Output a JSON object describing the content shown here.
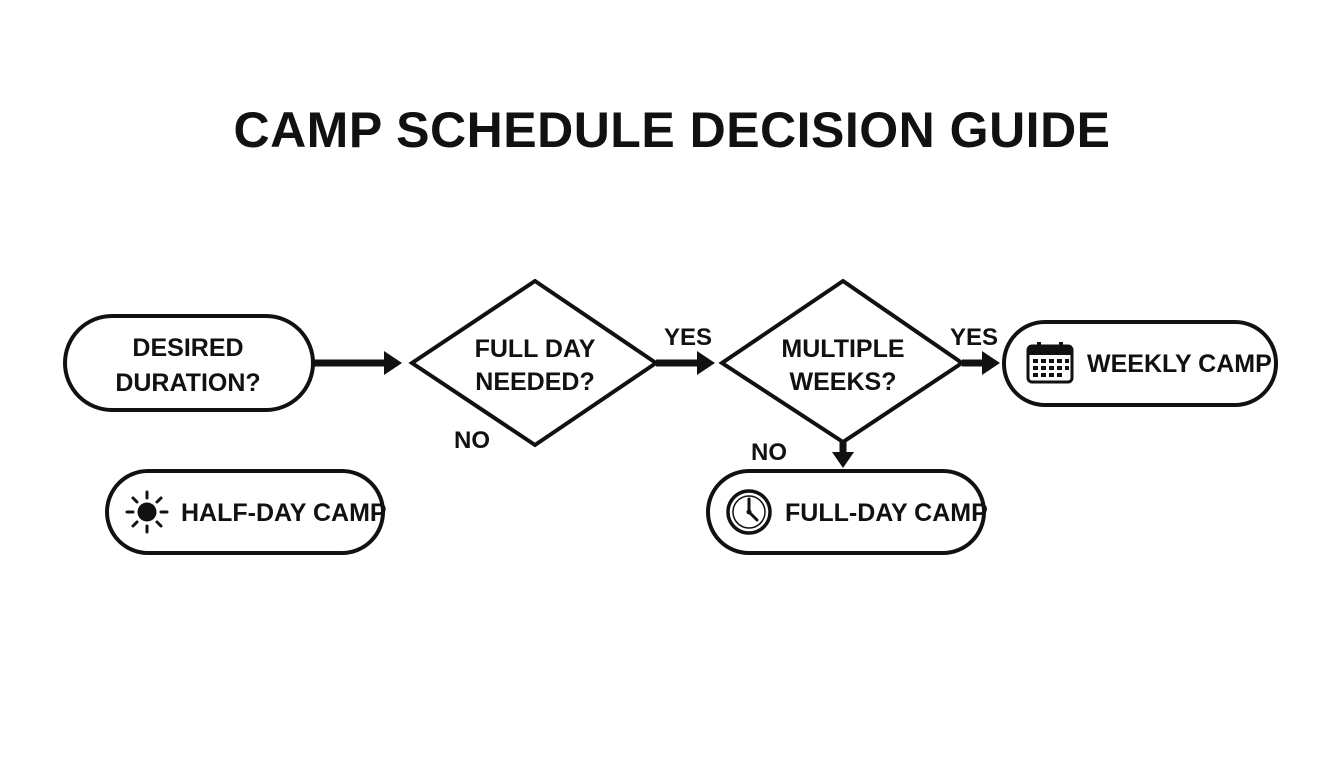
{
  "title": "CAMP SCHEDULE DECISION GUIDE",
  "nodes": {
    "start": {
      "line1": "DESIRED",
      "line2": "DURATION?"
    },
    "decision_full_day": {
      "line1": "FULL DAY",
      "line2": "NEEDED?"
    },
    "decision_multiple_weeks": {
      "line1": "MULTIPLE",
      "line2": "WEEKS?"
    },
    "weekly_camp": {
      "label": "WEEKLY CAMP",
      "icon": "calendar-icon"
    },
    "full_day_camp": {
      "label": "FULL-DAY CAMP",
      "icon": "clock-icon"
    },
    "half_day_camp": {
      "label": "HALF-DAY CAMP",
      "icon": "sun-icon"
    }
  },
  "edges": {
    "full_day_yes": "YES",
    "full_day_no": "NO",
    "multiple_weeks_yes": "YES",
    "multiple_weeks_no": "NO"
  },
  "colors": {
    "ink": "#111111",
    "background": "#ffffff"
  }
}
